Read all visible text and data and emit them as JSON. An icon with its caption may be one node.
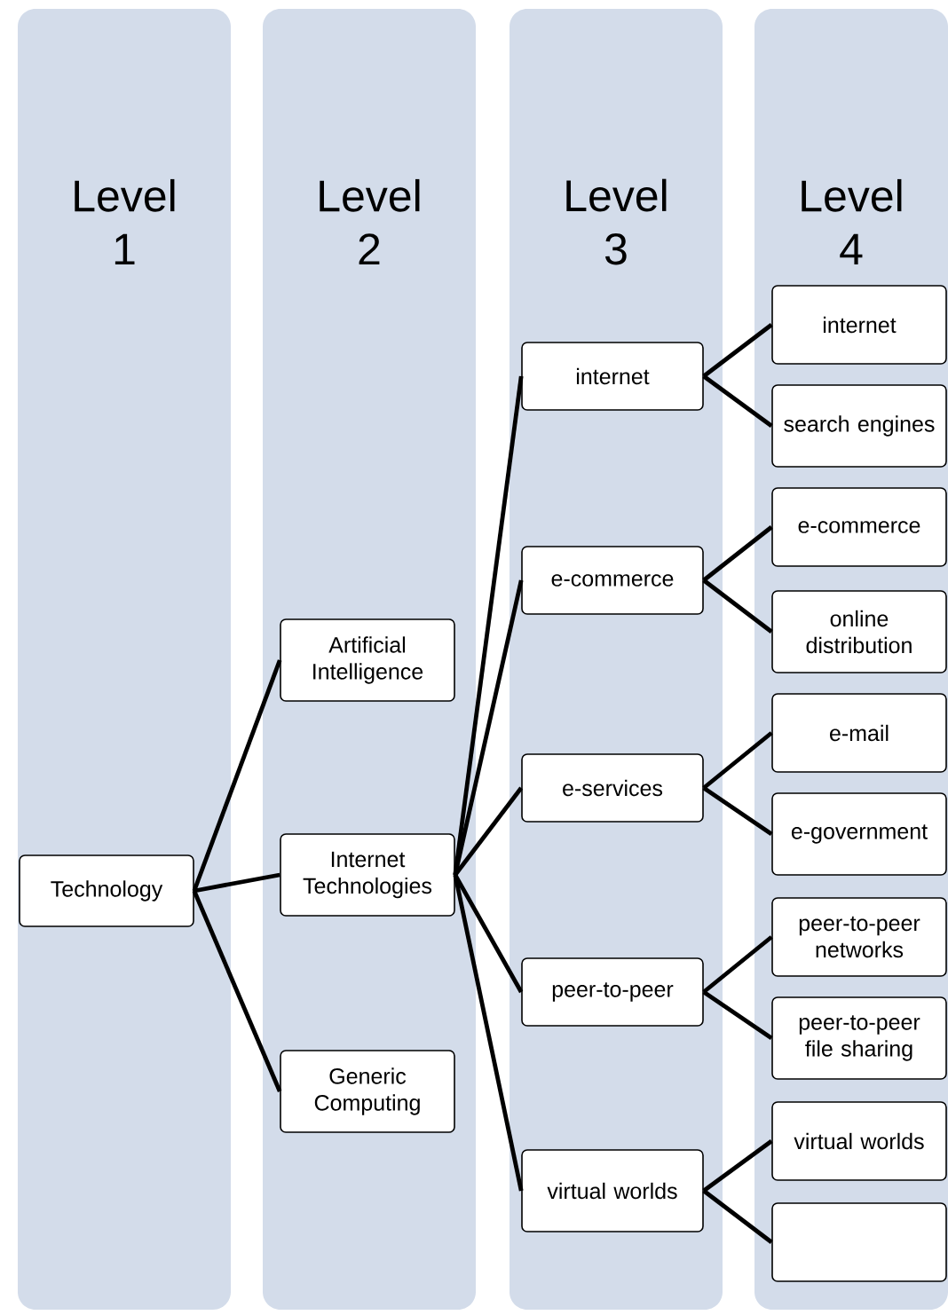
{
  "diagram": {
    "nodes": [
      {
        "text": [
          "Level 1"
        ]
      },
      {
        "text": [
          "Level 2"
        ]
      },
      {
        "text": [
          "Level 3"
        ]
      },
      {
        "text": [
          "Level 4"
        ]
      },
      {
        "text": [
          "Technology"
        ],
        "in": 0
      },
      {
        "text": [
          "Artificial Intelligence"
        ],
        "in": 1
      },
      {
        "text": [
          "Internet Technologies"
        ],
        "in": 1
      },
      {
        "text": [
          "Generic Computing"
        ],
        "in": 1
      },
      {
        "text": [
          "internet"
        ],
        "in": 2
      },
      {
        "text": [
          "e-commerce"
        ],
        "in": 2
      },
      {
        "text": [
          "e-services"
        ],
        "in": 2
      },
      {
        "text": [
          "peer-to-peer"
        ],
        "in": 2
      },
      {
        "text": [
          "virtual worlds"
        ],
        "in": 2
      },
      {
        "text": [
          "internet"
        ],
        "in": 3
      },
      {
        "text": [
          "search engines"
        ],
        "in": 3
      },
      {
        "text": [
          "e-commerce"
        ],
        "in": 3
      },
      {
        "text": [
          "online distribution"
        ],
        "in": 3
      },
      {
        "text": [
          "e-mail"
        ],
        "in": 3
      },
      {
        "text": [
          "e-government"
        ],
        "in": 3
      },
      {
        "text": [
          "peer-to-peer networks"
        ],
        "in": 3
      },
      {
        "text": [
          "peer-to-peer file sharing"
        ],
        "in": 3
      },
      {
        "text": [
          "virtual worlds"
        ],
        "in": 3
      },
      {
        "text": [],
        "shape": "box",
        "in": 3
      }
    ],
    "edges": [
      {
        "from": 4,
        "to": 5,
        "arrow": "none"
      },
      {
        "from": 4,
        "to": 6,
        "arrow": "none"
      },
      {
        "from": 4,
        "to": 7,
        "arrow": "none"
      },
      {
        "from": 6,
        "to": 8,
        "arrow": "none"
      },
      {
        "from": 6,
        "to": 9,
        "arrow": "none"
      },
      {
        "from": 6,
        "to": 10,
        "arrow": "none"
      },
      {
        "from": 6,
        "to": 11,
        "arrow": "none"
      },
      {
        "from": 6,
        "to": 12,
        "arrow": "none"
      },
      {
        "from": 8,
        "to": 13,
        "arrow": "none"
      },
      {
        "from": 8,
        "to": 14,
        "arrow": "none"
      },
      {
        "from": 9,
        "to": 15,
        "arrow": "none"
      },
      {
        "from": 9,
        "to": 16,
        "arrow": "none"
      },
      {
        "from": 10,
        "to": 17,
        "arrow": "none"
      },
      {
        "from": 10,
        "to": 18,
        "arrow": "none"
      },
      {
        "from": 11,
        "to": 19,
        "arrow": "none"
      },
      {
        "from": 11,
        "to": 20,
        "arrow": "none"
      },
      {
        "from": 12,
        "to": 21,
        "arrow": "none"
      },
      {
        "from": 12,
        "to": 22,
        "arrow": "none"
      }
    ]
  }
}
